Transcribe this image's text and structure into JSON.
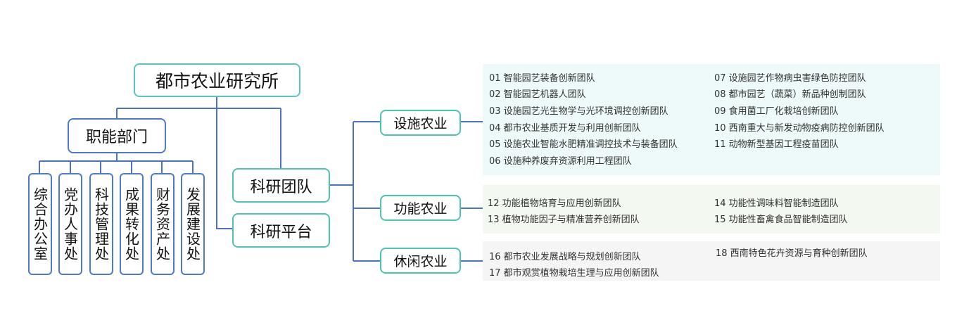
{
  "root": "都市农业研究所",
  "departments": {
    "title": "职能部门",
    "items": [
      "综合办公室",
      "党办人事处",
      "科技管理处",
      "成果转化处",
      "财务资产处",
      "发展建设处"
    ]
  },
  "research_team": "科研团队",
  "research_platform": "科研平台",
  "categories": [
    {
      "label": "设施农业",
      "color": "#eef9f9",
      "teams_left": [
        "01 智能园艺装备创新团队",
        "02 智能园艺机器人团队",
        "03 设施园艺光生物学与光环境调控创新团队",
        "04 都市农业基质开发与利用创新团队",
        "05 设施农业智能水肥精准调控技术与装备团队",
        "06 设施种养废弃资源利用工程团队"
      ],
      "teams_right": [
        "07 设施园艺作物病虫害绿色防控团队",
        "08 都市园艺（蔬菜）新品种创制团队",
        "09 食用菌工厂化栽培创新团队",
        "10 西南重大与新发动物疫病防控创新团队",
        "11 动物新型基因工程疫苗团队"
      ]
    },
    {
      "label": "功能农业",
      "color": "#f3f8f0",
      "teams_left": [
        "12 功能植物培育与应用创新团队",
        "13 植物功能因子与精准营养创新团队"
      ],
      "teams_right": [
        "14 功能性调味料智能制造团队",
        "15 功能性畜禽食品智能制造团队"
      ]
    },
    {
      "label": "休闲农业",
      "color": "#f5f5f5",
      "teams_left": [
        "16 都市农业发展战略与规划创新团队",
        "17 都市观赏植物栽培生理与应用创新团队"
      ],
      "teams_right": [
        "18 西南特色花卉资源与育种创新团队"
      ]
    }
  ],
  "line_color": "#4a72c8"
}
